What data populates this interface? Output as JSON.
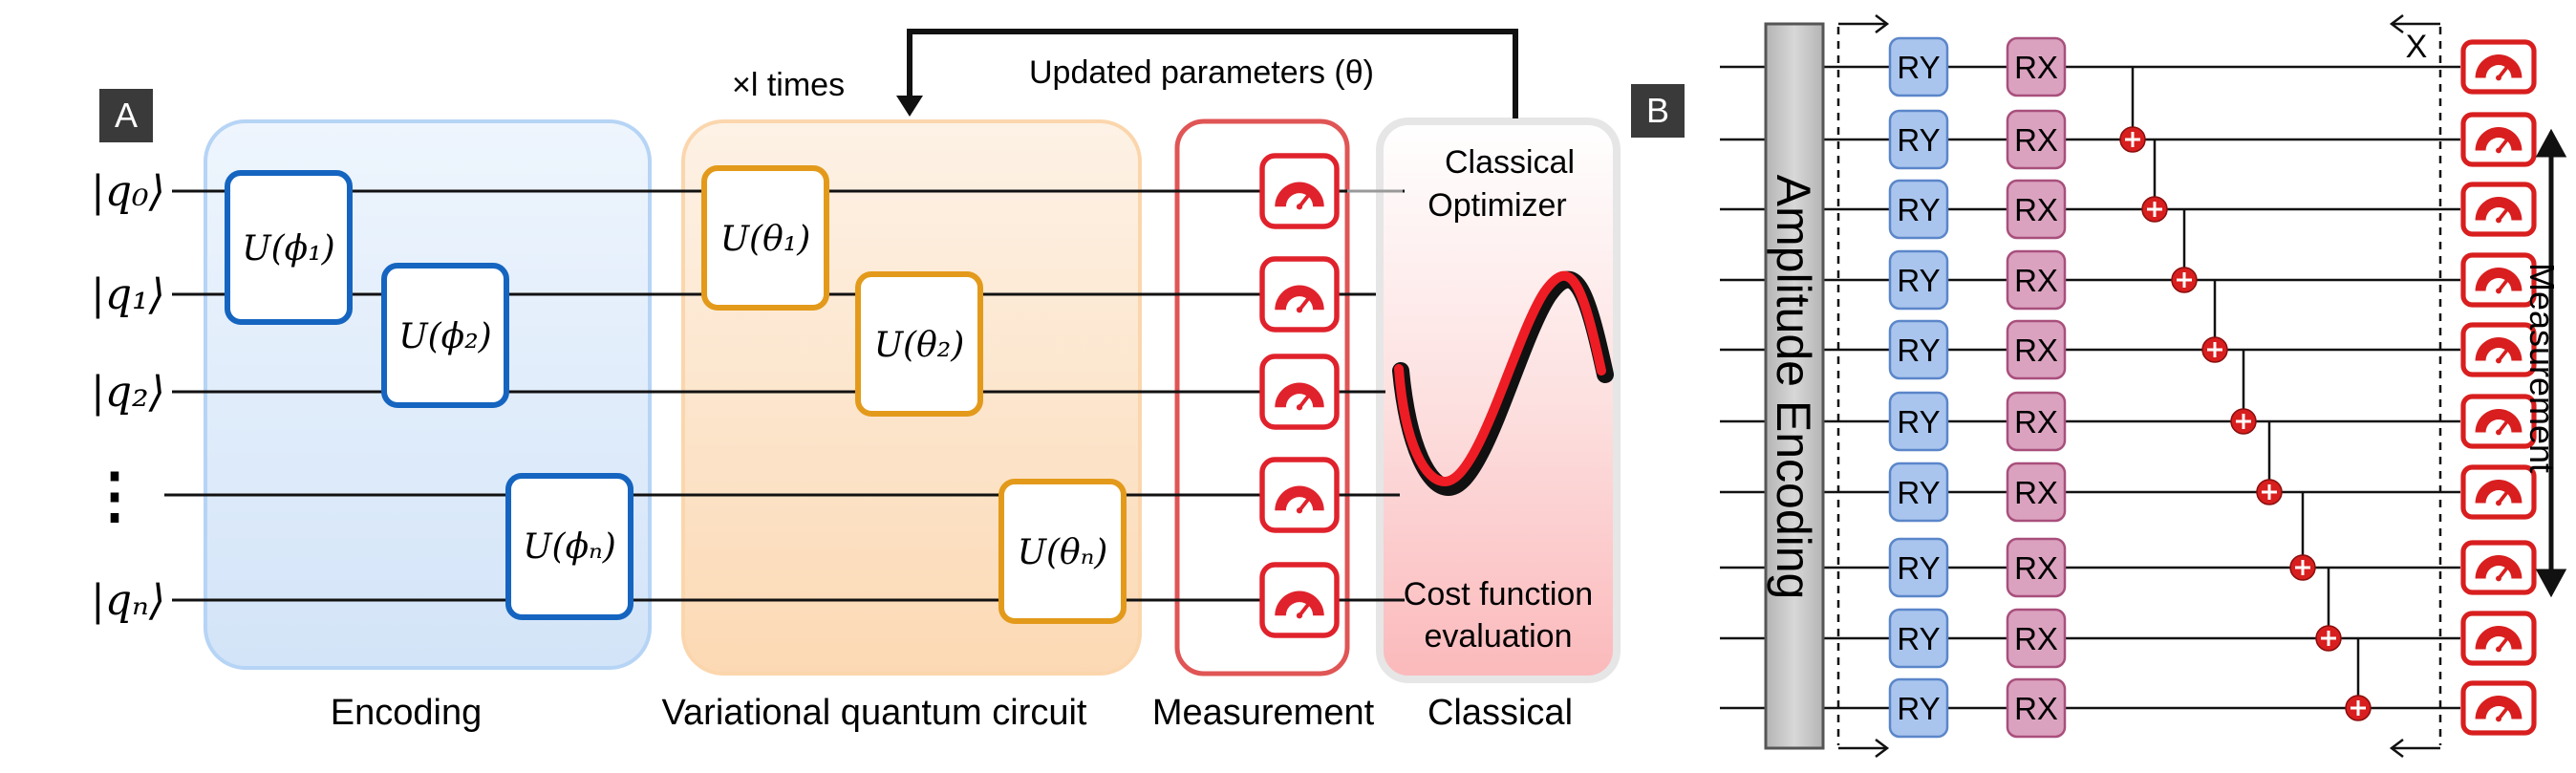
{
  "panel_a": {
    "badge": "A",
    "qubit_labels": [
      "|q₀⟩",
      "|q₁⟩",
      "|q₂⟩",
      "⋮",
      "|qₙ⟩"
    ],
    "encoding_gates": [
      "U(ϕ₁)",
      "U(ϕ₂)",
      "U(ϕₙ)"
    ],
    "variational_gates": [
      "U(θ₁)",
      "U(θ₂)",
      "U(θₙ)"
    ],
    "times_label": "×l times",
    "feedback_label": "Updated parameters (θ)",
    "optimizer_label_1": "Classical",
    "optimizer_label_2": "Optimizer",
    "cost_label_1": "Cost function",
    "cost_label_2": "evaluation",
    "sections": [
      "Encoding",
      "Variational quantum circuit",
      "Measurement",
      "Classical"
    ],
    "colors": {
      "encoding_border": "#1565c0",
      "encoding_fill": "#dbe9fb",
      "variational_border": "#e39a1b",
      "variational_fill": "#fde3c6",
      "measurement_border": "#e05555",
      "meter_fill": "#e0222c",
      "classical_fill": "#fbc7c7",
      "curve_red": "#ee1c24"
    }
  },
  "panel_b": {
    "badge": "B",
    "encoding_label": "Amplitude Encoding",
    "ry_label": "RY",
    "rx_label": "RX",
    "qubit_count": 10,
    "repeat_mark": "X",
    "measurement_label": "Measurement",
    "colors": {
      "ry_fill": "#a9c5ee",
      "ry_border": "#5b86c9",
      "rx_fill": "#dba2bf",
      "rx_border": "#a84f7c",
      "cnot_fill": "#d81e1e",
      "encoding_fill": "#c8c8c8"
    }
  }
}
